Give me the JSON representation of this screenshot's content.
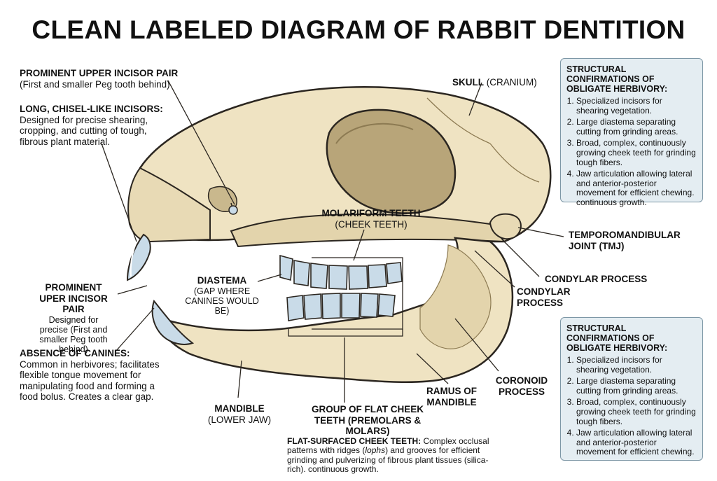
{
  "title": "CLEAN LABELED DIAGRAM OF RABBIT DENTITION",
  "labels": {
    "upper_incisor_top": {
      "heading": "PROMINENT UPPER INCISOR PAIR",
      "sub": "(First and smaller Peg tooth behind)"
    },
    "chisel": {
      "heading": "LONG, CHISEL-LIKE INCISORS:",
      "body": "Designed for precise shearing, cropping, and cutting of tough, fibrous plant material."
    },
    "upper_incisor_left": {
      "heading_line1": "PROMINENT",
      "heading_line2": "UPER INCISOR PAIR",
      "body": "Designed for precise (First and smaller Peg tooth behind)"
    },
    "canines": {
      "heading": "ABSENCE OF CANINES:",
      "body": "Common in herbivores; facilitates flexible tongue movement for manipulating food and forming a food bolus. Creates a clear gap."
    },
    "diastema": {
      "heading": "DIASTEMA",
      "sub": "(GAP WHERE CANINES WOULD BE)"
    },
    "molariform": {
      "heading": "MOLARIFORM TEETH",
      "sub": "(CHEEK TEETH)"
    },
    "skull": {
      "heading": "SKULL",
      "sub": "(CRANIUM)"
    },
    "tmj": {
      "heading": "TEMPOROMANDIBULAR JOINT (TMJ)"
    },
    "condylar_right": {
      "heading": "CONDYLAR PROCESS"
    },
    "condylar_mid": {
      "heading": "CONDYLAR PROCESS"
    },
    "coronoid": {
      "heading": "CORONOID PROCESS"
    },
    "ramus": {
      "heading": "RAMUS OF MANDIBLE"
    },
    "mandible": {
      "heading": "MANDIBLE",
      "sub": "(LOWER JAW)"
    },
    "cheek_group": {
      "heading": "GROUP OF FLAT CHEEK TEETH (PREMOLARS & MOLARS)",
      "lead": "FLAT-SURFACED CHEEK TEETH:",
      "body_a": "Complex occlusal patterns with ridges (",
      "body_em": "lophs",
      "body_b": ") and grooves for efficient grinding and pulverizing of fibrous plant tissues (silica-rich). continuous growth."
    }
  },
  "panel_top": {
    "heading": "STRUCTURAL CONFIRMATIONS OF OBLIGATE HERBIVORY:",
    "items": [
      "Specialized incisors for shearing vegetation.",
      "Large diastema separating cutting from grinding areas.",
      "Broad, complex, continuously growing cheek teeth for grinding tough fibers.",
      "Jaw articulation allowing lateral and anterior-posterior movement for efficient chewing. continuous growth."
    ]
  },
  "panel_bottom": {
    "heading": "STRUCTURAL CONFIRMATIONS OF OBLIGATE HERBIVORY:",
    "items": [
      "Specialized incisors for shearing vegetation.",
      "Large diastema separating cutting from grinding areas.",
      "Broad, complex, continuously growing cheek teeth for grinding tough fibers.",
      "Jaw articulation allowing lateral and anterior-posterior movement for efficient chewing."
    ]
  },
  "colors": {
    "bone": "#efe3c2",
    "bone_shadow": "#cdbd95",
    "outline": "#2b2620",
    "tooth": "#c9dbe8",
    "panel_bg": "#e4edf2"
  }
}
